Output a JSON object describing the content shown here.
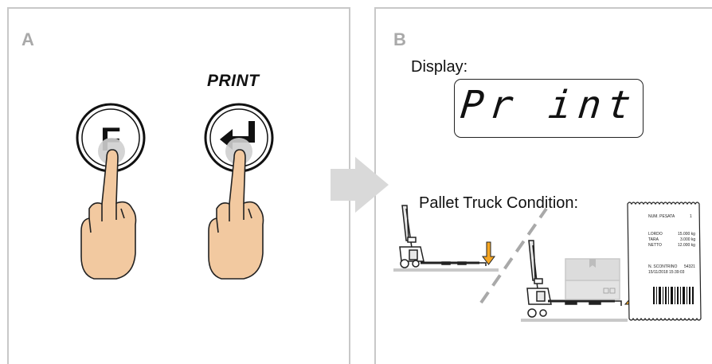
{
  "panel_a": {
    "letter": "A",
    "print_label": "PRINT",
    "key_f_label": "F"
  },
  "panel_b": {
    "letter": "B",
    "display_title": "Display:",
    "display_text": "Pr int",
    "pallet_title": "Pallet Truck Condition:"
  },
  "receipt": {
    "num_pesata_label": "NUM. PESATA",
    "num_pesata_value": "1",
    "lordo_label": "LORDO",
    "lordo_value": "15.000 kg",
    "tara_label": "TARA",
    "tara_value": "3.000 kg",
    "netto_label": "NETTO",
    "netto_value": "12.000 kg",
    "scontrino_label": "N. SCONTRINO",
    "scontrino_value": "54321",
    "date": "15/11/2018",
    "time": "15:39:03"
  },
  "colors": {
    "panel_border": "#c8c8c8",
    "arrow_gray": "#d9d9d9",
    "skin": "#f2c9a0",
    "orange": "#f5a623",
    "box": "#e3e3e3"
  }
}
